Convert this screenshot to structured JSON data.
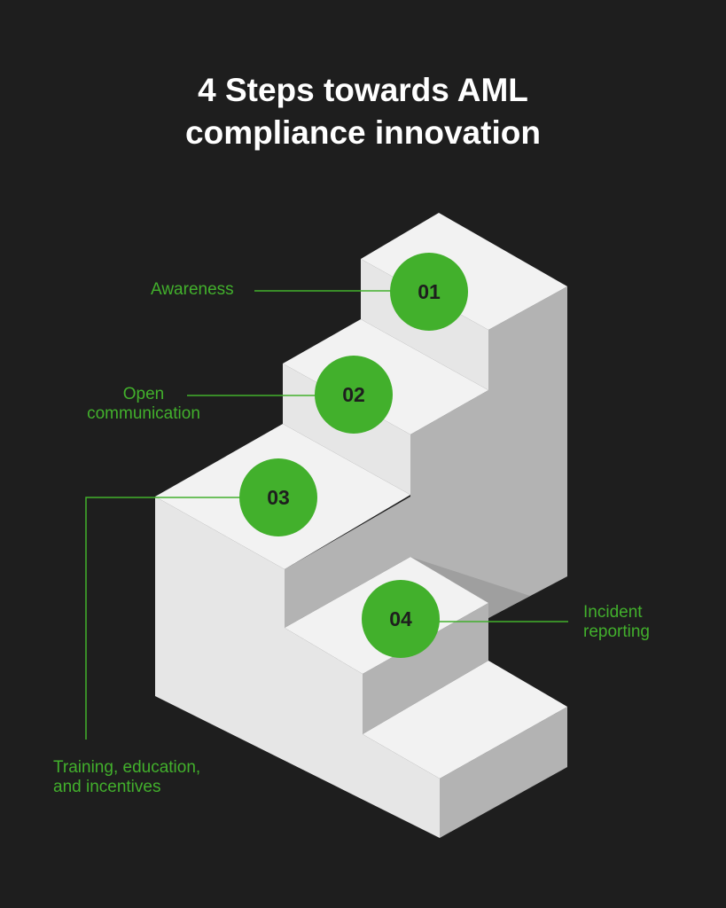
{
  "title": {
    "line1": "4 Steps towards AML",
    "line2": "compliance innovation"
  },
  "steps": [
    {
      "number": "01",
      "label": "Awareness"
    },
    {
      "number": "02",
      "label_line1": "Open",
      "label_line2": "communication"
    },
    {
      "number": "03",
      "label_line1": "Training, education,",
      "label_line2": "and incentives"
    },
    {
      "number": "04",
      "label_line1": "Incident",
      "label_line2": "reporting"
    }
  ],
  "colors": {
    "accent": "#42b02c",
    "background": "#1e1e1e",
    "top": "#f2f2f2",
    "front": "#e6e6e6",
    "side": "#b3b3b3",
    "shadow": "#9f9f9f"
  }
}
